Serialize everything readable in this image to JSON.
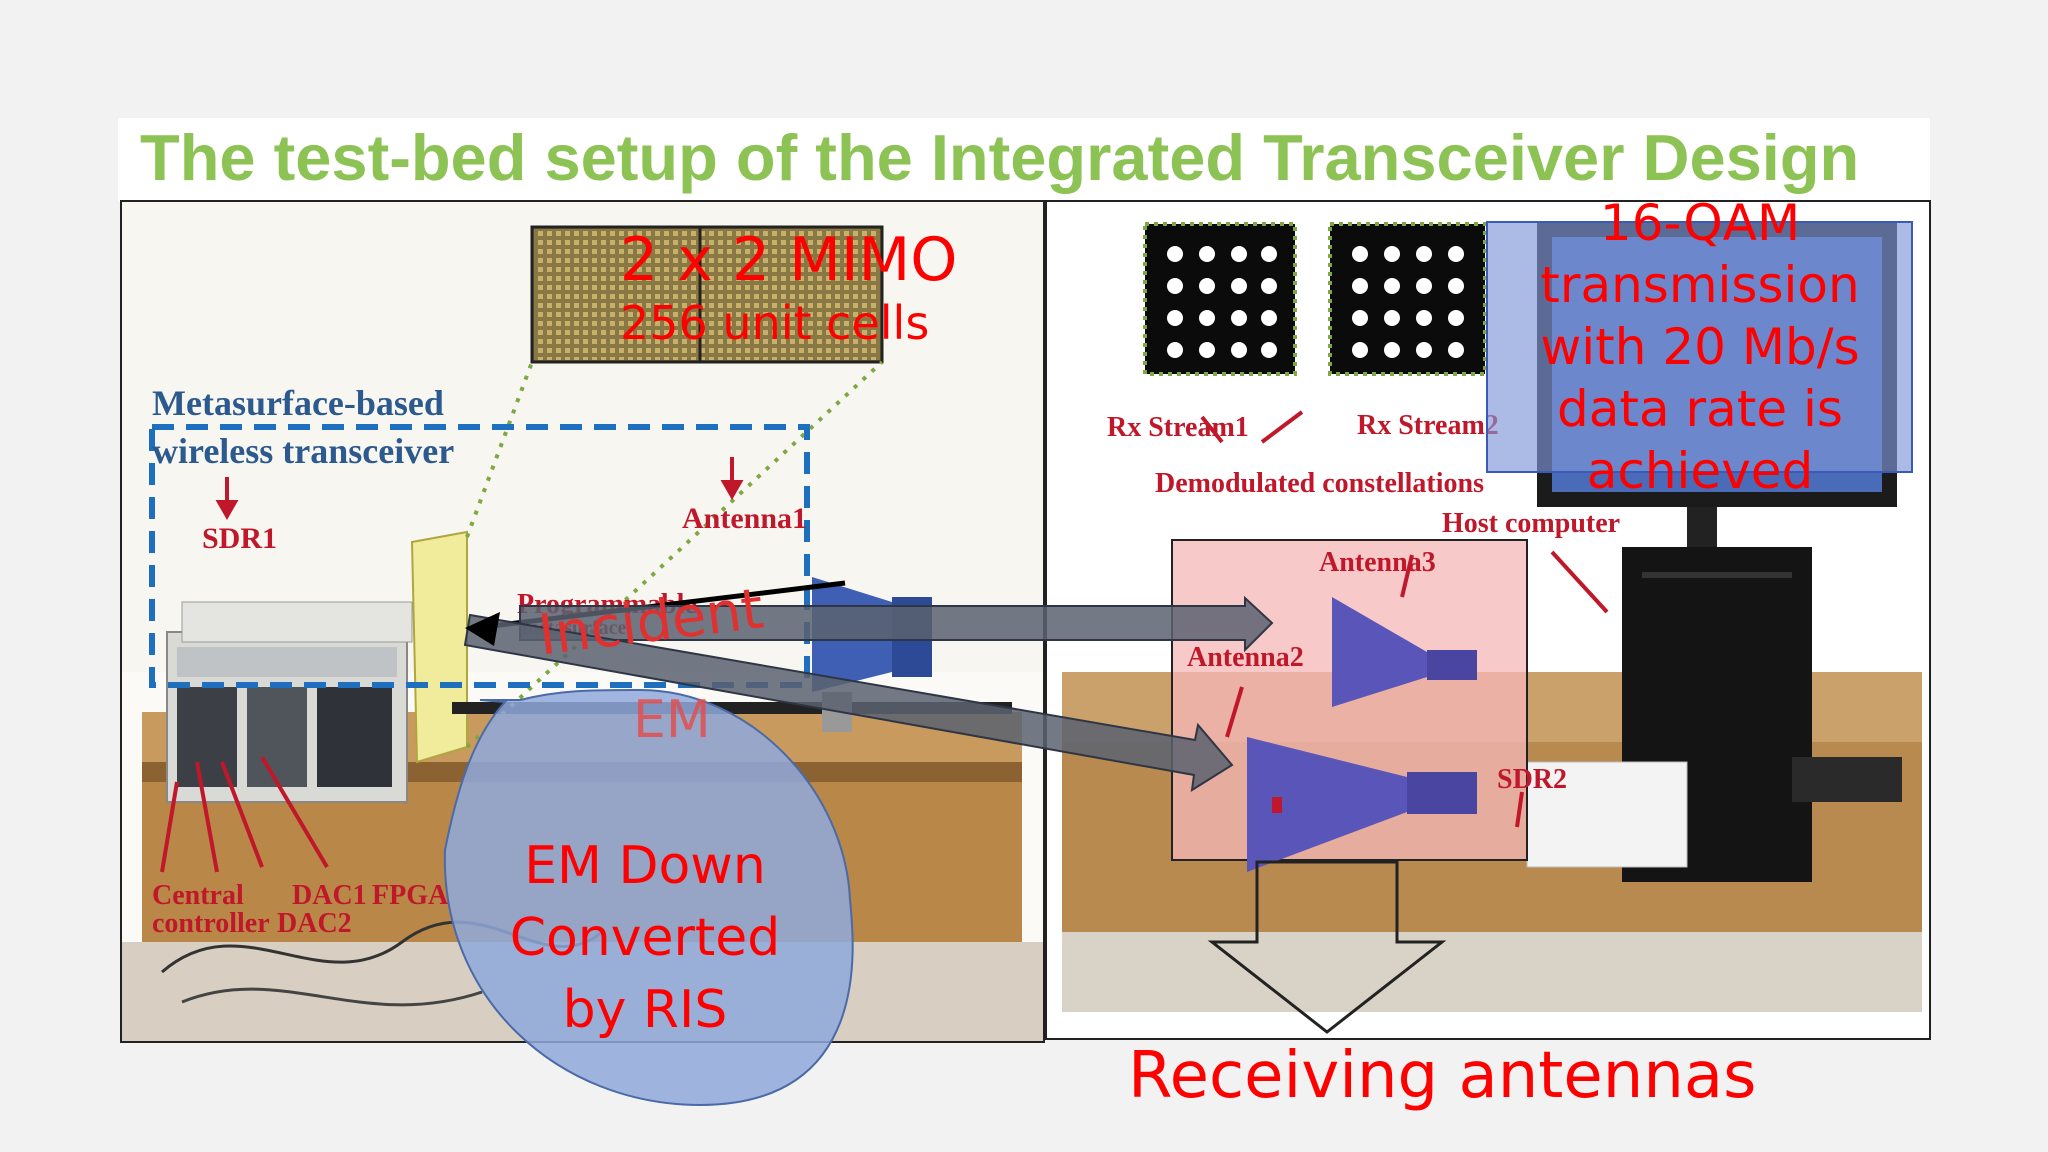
{
  "title": "The test-bed setup of the Integrated Transceiver Design",
  "photo_labels": {
    "metasurface_line1": "Metasurface-based",
    "metasurface_line2": "wireless transceiver",
    "sdr1": "SDR1",
    "antenna1": "Antenna1",
    "programmable_line1": "Programmable",
    "programmable_line2": "metasurface",
    "central_line1": "Central",
    "central_line2": "controller",
    "dac1": "DAC1",
    "dac2": "DAC2",
    "fpga": "FPGA",
    "rx_stream1": "Rx Stream1",
    "rx_stream2": "Rx Stream2",
    "demodulated": "Demodulated constellations",
    "host_computer": "Host computer",
    "antenna3": "Antenna3",
    "antenna2": "Antenna2",
    "sdr2": "SDR2"
  },
  "overlays": {
    "mimo": "2 x 2 MIMO",
    "unit_cells": "256 unit cells",
    "incident_line1": "Incident",
    "incident_line2": "EM",
    "em_down_line1": "EM Down",
    "em_down_line2": "Converted",
    "em_down_line3": "by RIS",
    "qam_line1": "16-QAM",
    "qam_line2": "transmission",
    "qam_line3": "with 20 Mb/s",
    "qam_line4": "data rate is",
    "qam_line5": "achieved",
    "receiving": "Receiving antennas"
  },
  "colors": {
    "title": "#8dc255",
    "overlay_text": "#ff0000",
    "dashed_box": "#1f6fbf",
    "bubble_fill": "#8fa9dc",
    "antenna_blue": "#5a55b8"
  }
}
